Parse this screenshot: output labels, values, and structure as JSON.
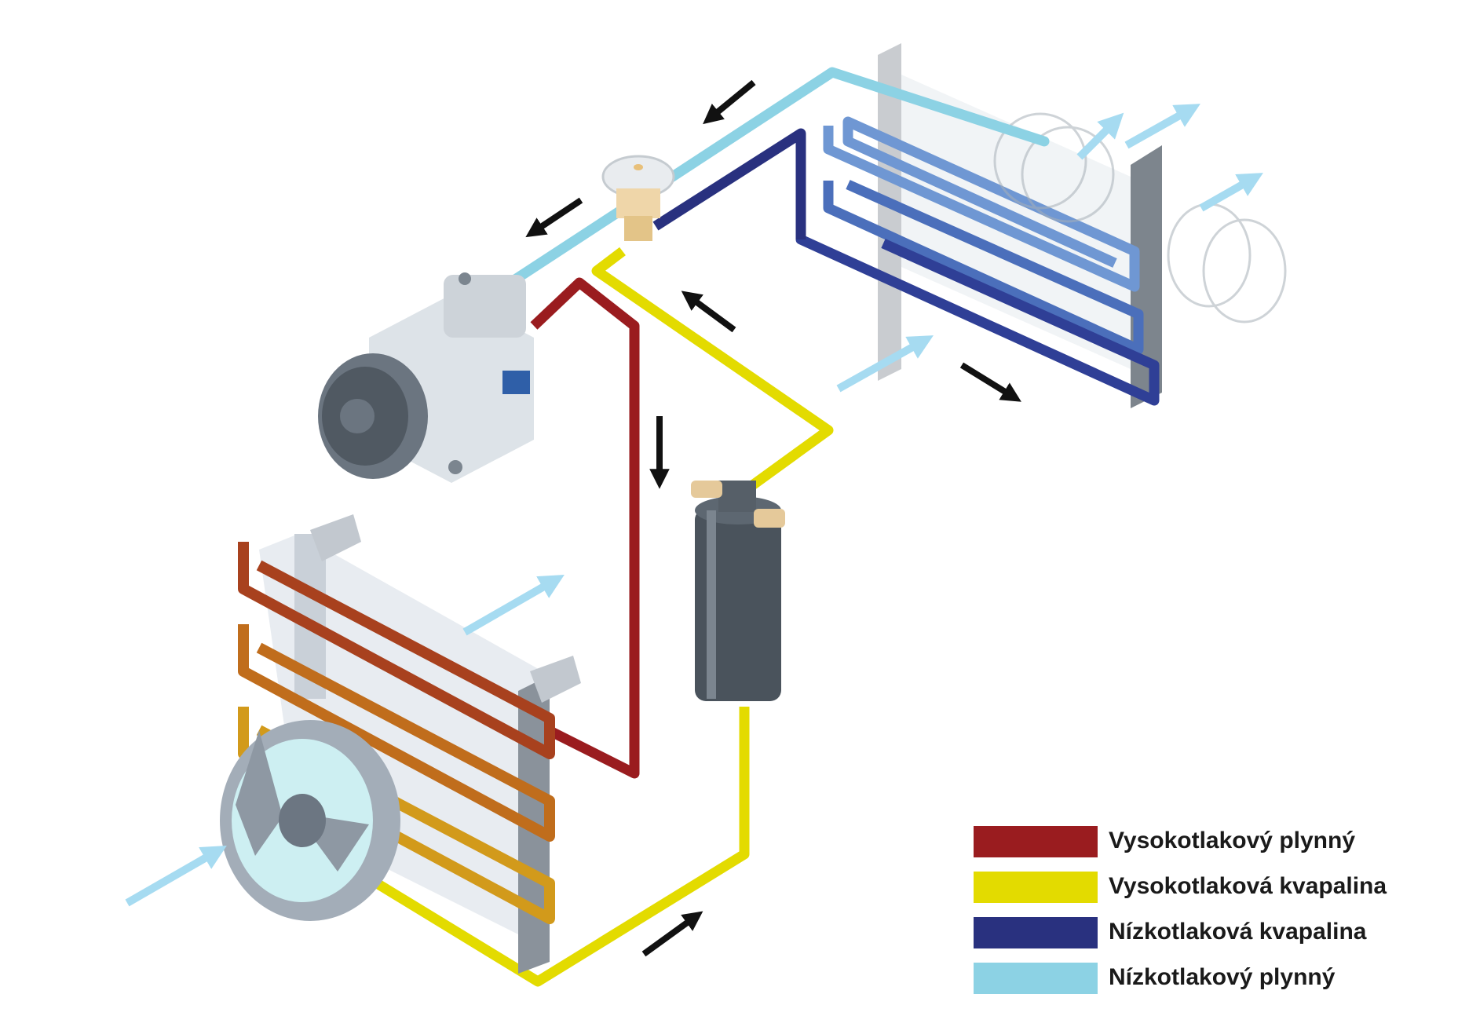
{
  "colors": {
    "high_pressure_gas": "#9a1c1f",
    "high_pressure_liquid": "#e3db00",
    "low_pressure_liquid": "#29317f",
    "low_pressure_gas": "#8cd2e4",
    "airflow_arrow": "#a6dbf1",
    "flow_arrow": "#111111"
  },
  "legend": {
    "items": [
      {
        "label": "Vysokotlakový plynný",
        "color": "#9a1c1f"
      },
      {
        "label": "Vysokotlaková kvapalina",
        "color": "#e3db00"
      },
      {
        "label": "Nízkotlaková kvapalina",
        "color": "#29317f"
      },
      {
        "label": "Nízkotlakový plynný",
        "color": "#8cd2e4"
      }
    ]
  },
  "components": {
    "compressor_icon": "compressor-icon",
    "expansion_valve_icon": "expansion-valve-icon",
    "evaporator_icon": "evaporator-icon",
    "blower_fan_icon": "blower-fan-icon",
    "receiver_drier_icon": "receiver-drier-icon",
    "condenser_icon": "condenser-icon",
    "cooling_fan_icon": "cooling-fan-icon"
  }
}
